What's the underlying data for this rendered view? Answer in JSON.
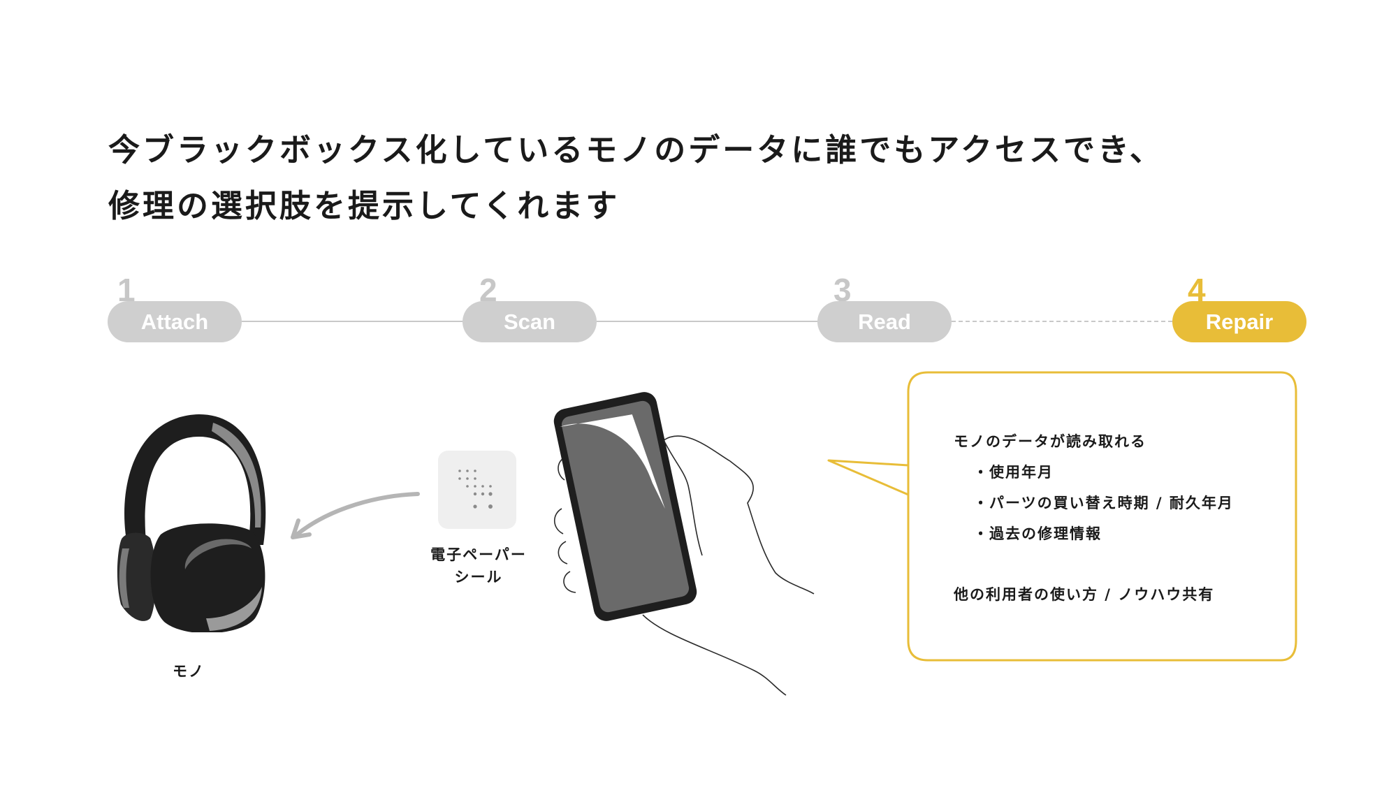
{
  "heading": {
    "line1": "今ブラックボックス化しているモノのデータに誰でもアクセスでき、",
    "line2": "修理の選択肢を提示してくれます"
  },
  "steps": [
    {
      "number": "1",
      "label": "Attach",
      "active": false
    },
    {
      "number": "2",
      "label": "Scan",
      "active": false
    },
    {
      "number": "3",
      "label": "Read",
      "active": false
    },
    {
      "number": "4",
      "label": "Repair",
      "active": true
    }
  ],
  "labels": {
    "object": "モノ",
    "sticker_line1": "電子ペーパー",
    "sticker_line2": "シール"
  },
  "bubble": {
    "title": "モノのデータが読み取れる",
    "items": [
      "・使用年月",
      "・パーツの買い替え時期 / 耐久年月",
      "・過去の修理情報"
    ],
    "footer": "他の利用者の使い方 / ノウハウ共有"
  },
  "colors": {
    "accent": "#e8bd38",
    "inactive": "#cfcfcf",
    "text": "#1a1a1a",
    "device_dark": "#1e1e1e",
    "screen": "#6a6a6a"
  }
}
